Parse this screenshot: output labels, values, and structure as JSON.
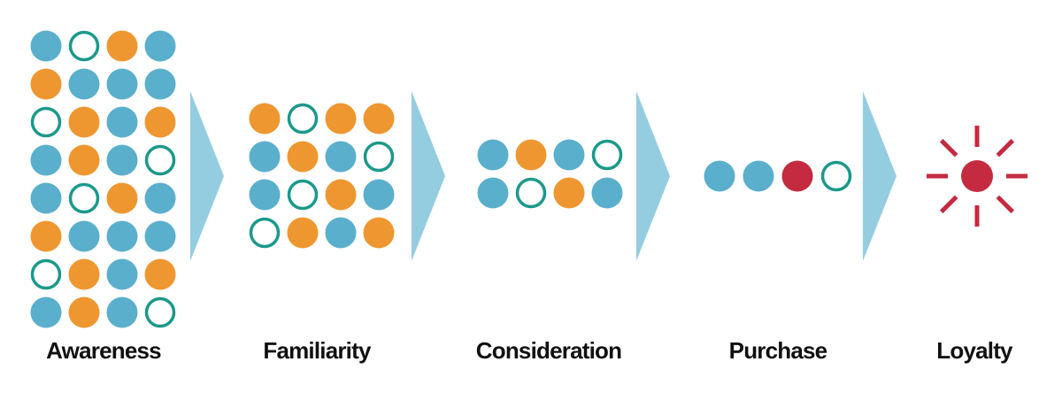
{
  "colors": {
    "blue": "#5aafcc",
    "orange": "#ee9731",
    "teal_outline": "#1b998b",
    "red": "#c42a40",
    "arrow": "#94cde0",
    "label": "#111111"
  },
  "legend": {
    "B": "solid blue dot",
    "O": "solid orange dot",
    "T": "hollow teal ring",
    "R": "solid red dot"
  },
  "stages": [
    {
      "label": "Awareness",
      "rows": [
        [
          "B",
          "T",
          "O",
          "B"
        ],
        [
          "O",
          "B",
          "B",
          "B"
        ],
        [
          "T",
          "O",
          "B",
          "O"
        ],
        [
          "B",
          "O",
          "B",
          "T"
        ],
        [
          "B",
          "T",
          "O",
          "B"
        ],
        [
          "O",
          "B",
          "B",
          "B"
        ],
        [
          "T",
          "O",
          "B",
          "O"
        ],
        [
          "B",
          "O",
          "B",
          "T"
        ]
      ]
    },
    {
      "label": "Familiarity",
      "rows": [
        [
          "O",
          "T",
          "O",
          "O"
        ],
        [
          "B",
          "O",
          "B",
          "T"
        ],
        [
          "B",
          "T",
          "O",
          "B"
        ],
        [
          "T",
          "O",
          "B",
          "O"
        ]
      ]
    },
    {
      "label": "Consideration",
      "rows": [
        [
          "B",
          "O",
          "B",
          "T"
        ],
        [
          "B",
          "T",
          "O",
          "B"
        ]
      ]
    },
    {
      "label": "Purchase",
      "rows": [
        [
          "B",
          "B",
          "R",
          "T"
        ]
      ]
    },
    {
      "label": "Loyalty",
      "icon": "red-starburst-icon"
    }
  ]
}
